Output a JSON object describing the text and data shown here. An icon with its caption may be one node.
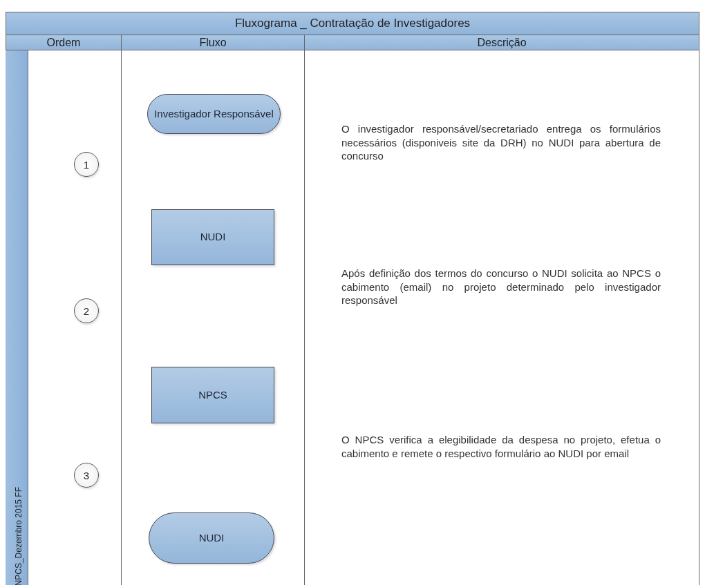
{
  "diagram": {
    "title": "Fluxograma _ Contratação de Investigadores",
    "nodes": [
      {
        "text": [
          "Investigador Responsável"
        ]
      },
      {
        "text": [
          "NUDI"
        ]
      },
      {
        "text": [
          "NPCS"
        ]
      },
      {
        "text": [
          "NUDI"
        ]
      },
      {
        "text": [
          "1"
        ]
      },
      {
        "text": [
          "2"
        ]
      },
      {
        "text": [
          "3"
        ]
      }
    ],
    "labels": [
      "Ordem",
      "Fluxo",
      "Descrição",
      "O investigador responsável/secretariado entrega os formulários necessários (disponiveis site da DRH) no NUDI para abertura de concurso",
      "Após definição dos termos do concurso o NUDI solicita ao NPCS o cabimento (email) no projeto determinado pelo investigador responsável",
      "O NPCS verifica a elegibilidade da despesa no projeto, efetua o cabimento e remete o respectivo formulário ao NUDI por email",
      "NPCS_Dezembro 2015 FF"
    ]
  }
}
